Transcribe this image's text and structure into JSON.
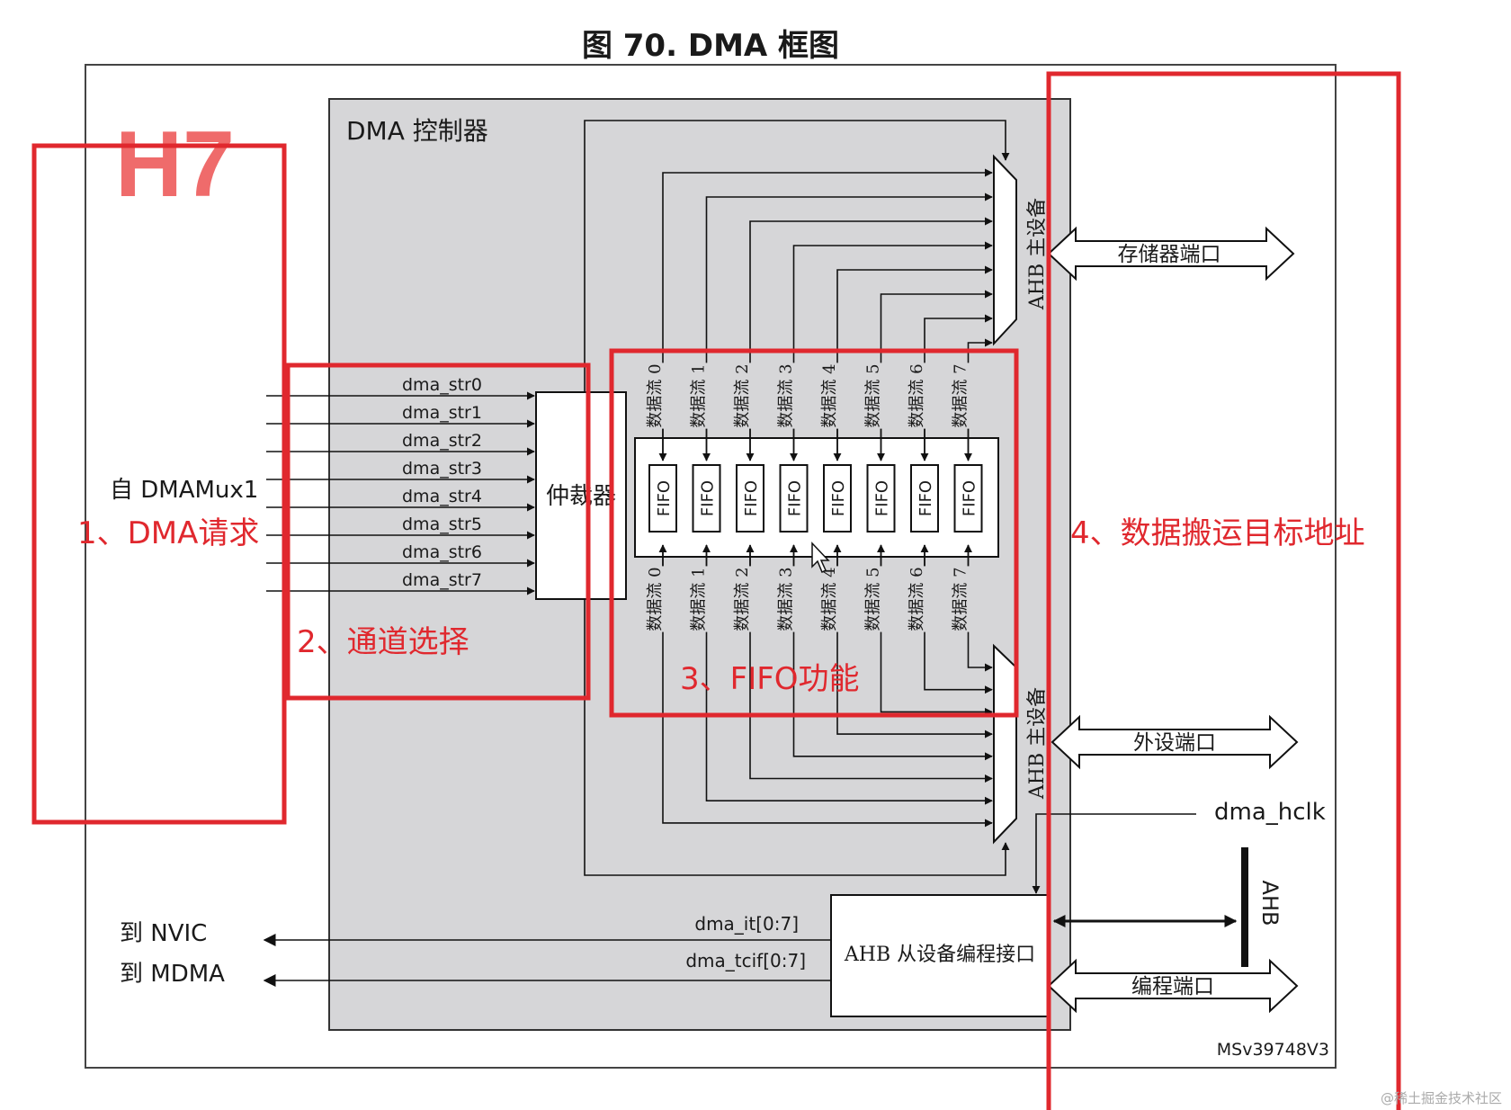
{
  "title": "图 70. DMA 框图",
  "controller_label": "DMA 控制器",
  "h7_label": "H7",
  "from_dmamux": "自 DMAMux1",
  "request_lines": [
    "dma_str0",
    "dma_str1",
    "dma_str2",
    "dma_str3",
    "dma_str4",
    "dma_str5",
    "dma_str6",
    "dma_str7"
  ],
  "arbiter_label": "仲裁器",
  "fifo_label": "FIFO",
  "streams": [
    "数据流 0",
    "数据流 1",
    "数据流 2",
    "数据流 3",
    "数据流 4",
    "数据流 5",
    "数据流 6",
    "数据流 7"
  ],
  "ahb_master_label": "AHB 主设备",
  "memory_port": "存储器端口",
  "peripheral_port": "外设端口",
  "programming_port": "编程端口",
  "dma_hclk": "dma_hclk",
  "ahb_bus": "AHB",
  "slave_interface": "AHB 从设备编程接口",
  "dma_it": "dma_it[0:7]",
  "dma_tcif": "dma_tcif[0:7]",
  "to_nvic": "到 NVIC",
  "to_mdma": "到 MDMA",
  "doc_id": "MSv39748V3",
  "annotations": {
    "dma_request": "1、DMA请求",
    "channel_select": "2、通道选择",
    "fifo_function": "3、FIFO功能",
    "target_address": "4、数据搬运目标地址"
  },
  "watermark": "@稀土掘金技术社区",
  "colors": {
    "annotation_red": "#e0282e",
    "controller_gray": "#d6d6d8"
  }
}
